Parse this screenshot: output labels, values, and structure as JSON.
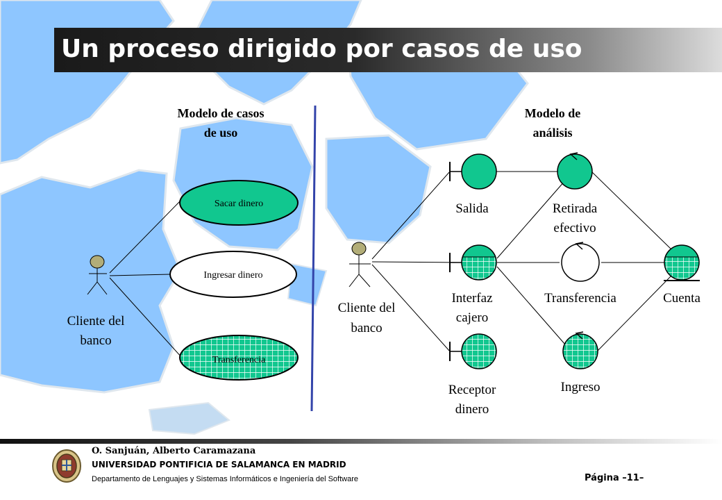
{
  "slide": {
    "title": "Un proceso dirigido por casos de uso",
    "colors": {
      "title_bar": "#1a1a1a",
      "map_blue": "#8ec6ff",
      "element_green": "#11c78f",
      "divider": "#3344aa"
    }
  },
  "use_case_model": {
    "heading_line1": "Modelo de casos",
    "heading_line2": "de uso",
    "actor_line1": "Cliente del",
    "actor_line2": "banco",
    "use_cases": [
      "Sacar dinero",
      "Ingresar dinero",
      "Transferencia"
    ]
  },
  "analysis_model": {
    "heading_line1": "Modelo de",
    "heading_line2": "análisis",
    "actor_line1": "Cliente del",
    "actor_line2": "banco",
    "classes": {
      "salida": "Salida",
      "retirada_line1": "Retirada",
      "retirada_line2": "efectivo",
      "interfaz_line1": "Interfaz",
      "interfaz_line2": "cajero",
      "transferencia": "Transferencia",
      "cuenta": "Cuenta",
      "receptor_line1": "Receptor",
      "receptor_line2": "dinero",
      "ingreso": "Ingreso"
    }
  },
  "footer": {
    "author": "O. Sanjuán, Alberto Caramazana",
    "university": "UNIVERSIDAD PONTIFICIA DE SALAMANCA EN MADRID",
    "department": "Departamento de Lenguajes y Sistemas Informáticos e Ingeniería del Software",
    "page": "Página  –11–"
  }
}
